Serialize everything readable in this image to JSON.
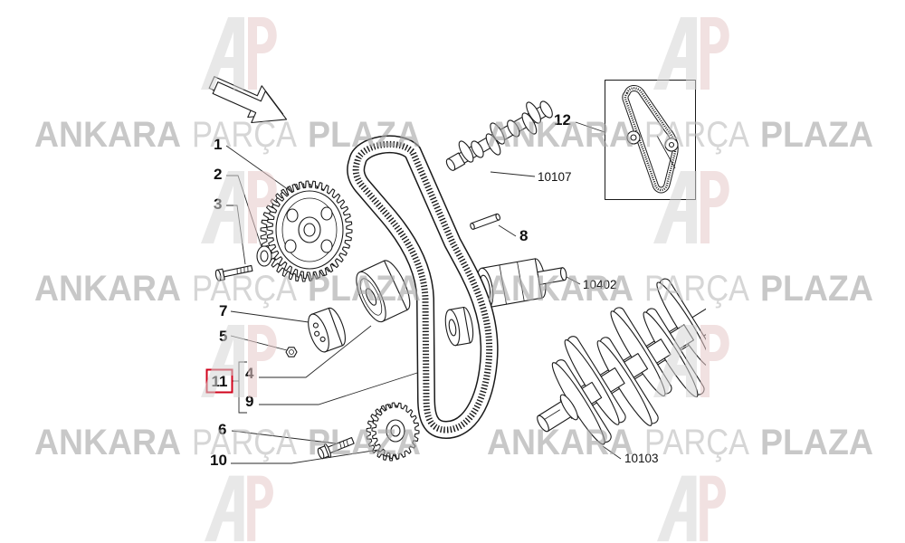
{
  "watermark": {
    "word1": "ANKARA",
    "word2": "PARÇA",
    "word3": "PLAZA",
    "logo": "AP"
  },
  "callouts": {
    "p1": "1",
    "p2": "2",
    "p3": "3",
    "p4": "4",
    "p5": "5",
    "p6": "6",
    "p7": "7",
    "p8": "8",
    "p9": "9",
    "p10": "10",
    "p11": "11",
    "p12": "12"
  },
  "references": {
    "camshaft": "10107",
    "balance_shaft": "10402",
    "crankshaft": "10103"
  },
  "colors": {
    "highlight": "#d0021b",
    "ink": "#1a1a1a"
  }
}
